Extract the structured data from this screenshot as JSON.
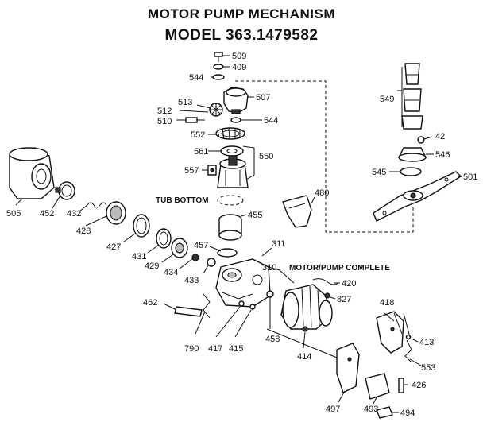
{
  "title": "MOTOR PUMP MECHANISM",
  "subtitle": "MODEL 363.1479582",
  "captions": {
    "tub_bottom": "TUB BOTTOM",
    "motor_pump_complete": "MOTOR/PUMP COMPLETE"
  },
  "part_labels": {
    "p509": "509",
    "p409": "409",
    "p544a": "544",
    "p507": "507",
    "p513": "513",
    "p512": "512",
    "p510": "510",
    "p544b": "544",
    "p552": "552",
    "p561": "561",
    "p550": "550",
    "p557": "557",
    "p549": "549",
    "p42": "42",
    "p546": "546",
    "p545": "545",
    "p501": "501",
    "p505": "505",
    "p452": "452",
    "p432": "432",
    "p428": "428",
    "p427": "427",
    "p431": "431",
    "p429": "429",
    "p434": "434",
    "p455": "455",
    "p480": "480",
    "p457": "457",
    "p433": "433",
    "p311": "311",
    "p310": "310",
    "p420": "420",
    "p827": "827",
    "p462": "462",
    "p790": "790",
    "p417": "417",
    "p415": "415",
    "p458": "458",
    "p414": "414",
    "p418": "418",
    "p413": "413",
    "p553": "553",
    "p426": "426",
    "p497": "497",
    "p493": "493",
    "p494": "494"
  }
}
